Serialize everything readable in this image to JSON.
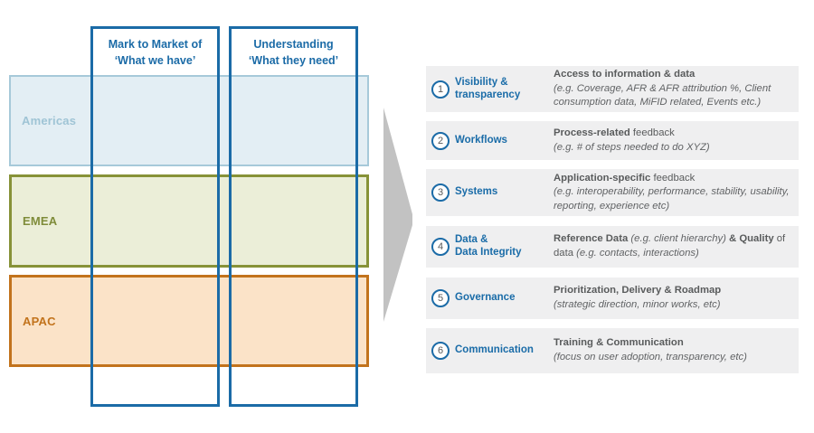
{
  "colors": {
    "accent_blue": "#1b6ba7",
    "americas_border": "#a6c9d9",
    "americas_fill": "#e3eef4",
    "emea_border": "#879238",
    "emea_fill": "#ebeed8",
    "apac_border": "#c2731c",
    "apac_fill": "#fbe3c8",
    "band_gray": "#efeff0",
    "arrow_gray": "#c2c2c2",
    "text_gray": "#595b5c"
  },
  "matrix": {
    "columns": [
      {
        "lines": [
          "Mark to Market of",
          "‘What we have’"
        ]
      },
      {
        "lines": [
          "Understanding",
          "‘What they need’"
        ]
      }
    ],
    "rows": [
      {
        "label": "Americas"
      },
      {
        "label": "EMEA"
      },
      {
        "label": "APAC"
      }
    ]
  },
  "arrow": {
    "name": "right-arrow"
  },
  "list": {
    "items": [
      {
        "number": "1",
        "title_lines": [
          "Visibility &",
          "transparency"
        ],
        "desc": [
          {
            "style": "bold",
            "text": "Access to information & data"
          },
          {
            "style": "break"
          },
          {
            "style": "italic",
            "text": "(e.g. Coverage, AFR & AFR attribution %, Client consumption data, MiFID related, Events etc.)"
          }
        ]
      },
      {
        "number": "2",
        "title_lines": [
          "Workflows"
        ],
        "desc": [
          {
            "style": "bold",
            "text": "Process-related"
          },
          {
            "style": "regular",
            "text": " feedback"
          },
          {
            "style": "break"
          },
          {
            "style": "italic",
            "text": "(e.g. # of steps needed to do XYZ)"
          }
        ]
      },
      {
        "number": "3",
        "title_lines": [
          "Systems"
        ],
        "desc": [
          {
            "style": "bold",
            "text": "Application-specific"
          },
          {
            "style": "regular",
            "text": " feedback"
          },
          {
            "style": "break"
          },
          {
            "style": "italic",
            "text": "(e.g. interoperability, performance, stability, usability, reporting, experience etc)"
          }
        ]
      },
      {
        "number": "4",
        "title_lines": [
          "Data &",
          "Data Integrity"
        ],
        "desc": [
          {
            "style": "bold",
            "text": "Reference Data"
          },
          {
            "style": "regular",
            "text": " "
          },
          {
            "style": "italic",
            "text": "(e.g. client hierarchy)"
          },
          {
            "style": "regular",
            "text": " "
          },
          {
            "style": "bold",
            "text": "& Quality"
          },
          {
            "style": "regular",
            "text": " of data "
          },
          {
            "style": "italic",
            "text": "(e.g. contacts, interactions)"
          }
        ]
      },
      {
        "number": "5",
        "title_lines": [
          "Governance"
        ],
        "desc": [
          {
            "style": "bold",
            "text": "Prioritization, Delivery & Roadmap"
          },
          {
            "style": "break"
          },
          {
            "style": "italic",
            "text": "(strategic direction, minor works, etc)"
          }
        ]
      },
      {
        "number": "6",
        "title_lines": [
          "Communication"
        ],
        "desc": [
          {
            "style": "bold",
            "text": "Training & Communication"
          },
          {
            "style": "break"
          },
          {
            "style": "italic",
            "text": "(focus on user adoption, transparency, etc)"
          }
        ]
      }
    ]
  }
}
